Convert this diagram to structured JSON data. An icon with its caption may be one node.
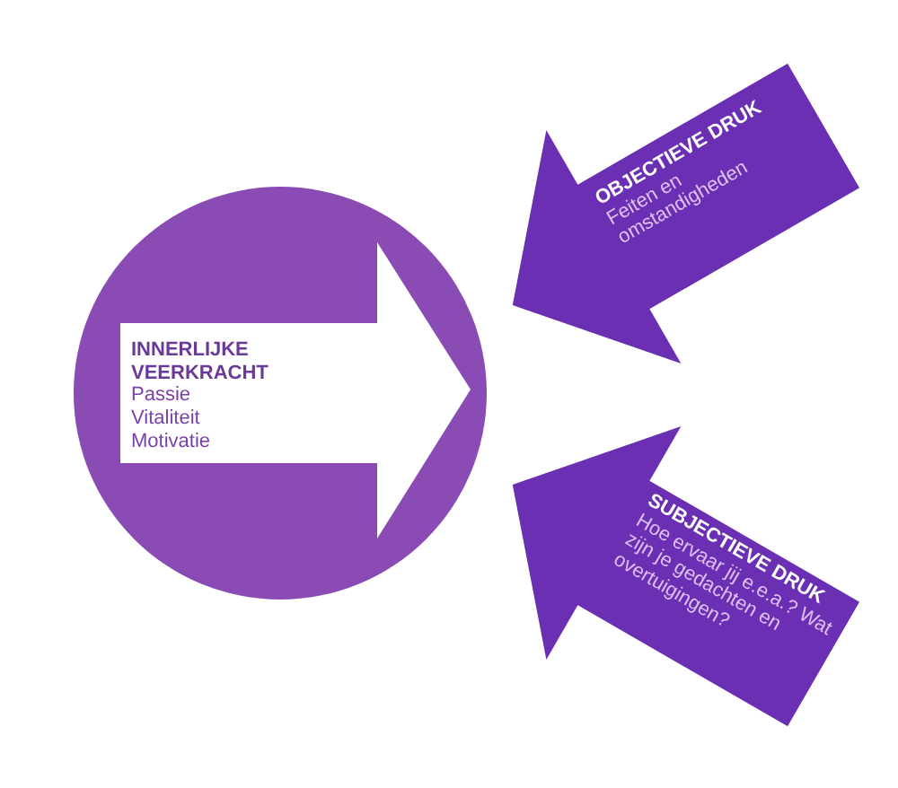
{
  "diagram": {
    "nodes": [
      {
        "text": [],
        "shape": "circle"
      },
      {
        "text": [
          "INNERLIJKE VEERKRACHT",
          "Passie Vitaliteit Motivatie"
        ],
        "in": 0
      },
      {
        "text": [
          "OBJECTIEVE DRUK",
          "Feiten en omstandigheden"
        ]
      },
      {
        "text": [
          "SUBJECTIEVE DRUK",
          "Hoe ervaar jij e.e.a.? Wat zijn je gedachten en overtuigingen?"
        ]
      }
    ]
  }
}
